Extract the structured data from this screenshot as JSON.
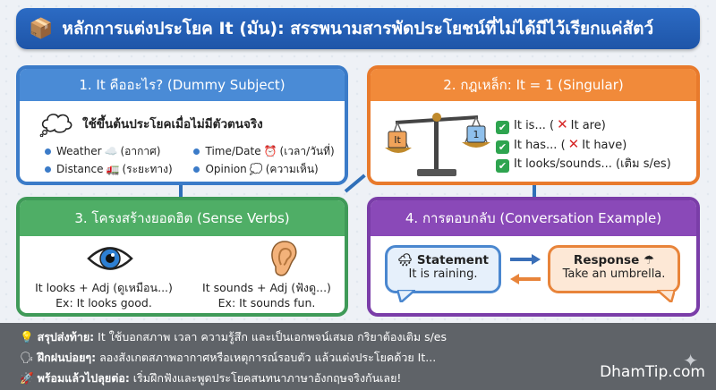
{
  "header": {
    "icon": "package-icon",
    "title": "หลักการแต่งประโยค It (มัน): สรรพนามสารพัดประโยชน์ที่ไม่ได้มีไว้เรียกแค่สัตว์"
  },
  "panel1": {
    "heading": "1. It คืออะไร? (Dummy Subject)",
    "rule": "ใช้ขึ้นต้นประโยคเมื่อไม่มีตัวตนจริง",
    "items": [
      {
        "en": "Weather",
        "icon": "☁️",
        "th": "(อากาศ)"
      },
      {
        "en": "Time/Date",
        "icon": "⏰",
        "th": "(เวลา/วันที่)"
      },
      {
        "en": "Distance",
        "icon": "🚛",
        "th": "(ระยะทาง)"
      },
      {
        "en": "Opinion",
        "icon": "💭",
        "th": "(ความเห็น)"
      }
    ]
  },
  "panel2": {
    "heading": "2. กฎเหล็ก: It = 1 (Singular)",
    "scale_left": "It",
    "scale_right": "1",
    "rows": [
      {
        "ok": "It is...",
        "bad": "It are)",
        "open": "("
      },
      {
        "ok": "It has...",
        "bad": "It have)",
        "open": "("
      },
      {
        "ok": "It looks/sounds...",
        "note": "(เติม s/es)"
      }
    ]
  },
  "panel3": {
    "heading": "3. โครงสร้างยอดฮิต (Sense Verbs)",
    "look_rule": "It looks + Adj (ดูเหมือน...)",
    "look_example": "Ex: It looks good.",
    "sound_rule": "It sounds + Adj (ฟังดู...)",
    "sound_example": "Ex: It sounds fun."
  },
  "panel4": {
    "heading": "4. การตอบกลับ (Conversation Example)",
    "statement_title": "Statement",
    "statement_text": "It is raining.",
    "response_title": "Response",
    "response_text": "Take an umbrella."
  },
  "footer": {
    "lines": [
      {
        "lead": "สรุปส่งท้าย:",
        "text": " It ใช้บอกสภาพ เวลา ความรู้สึก และเป็นเอกพจน์เสมอ กริยาต้องเติม s/es"
      },
      {
        "lead": "ฝึกฝนบ่อยๆ:",
        "text": " ลองสังเกตสภาพอากาศหรือเหตุการณ์รอบตัว แล้วแต่งประโยคด้วย It..."
      },
      {
        "lead": "พร้อมแล้วไปลุยต่อ:",
        "text": " เริ่มฝึกฟังและพูดประโยคสนทนาภาษาอังกฤษจริงกันเลย!"
      }
    ],
    "brand": "DhamTip.com"
  },
  "colors": {
    "title_bg": "#1e55a8",
    "blue": "#3b7bc8",
    "orange": "#e87a2c",
    "green": "#3f9a58",
    "purple": "#7a3da8",
    "footer_bg": "#5f6368"
  }
}
